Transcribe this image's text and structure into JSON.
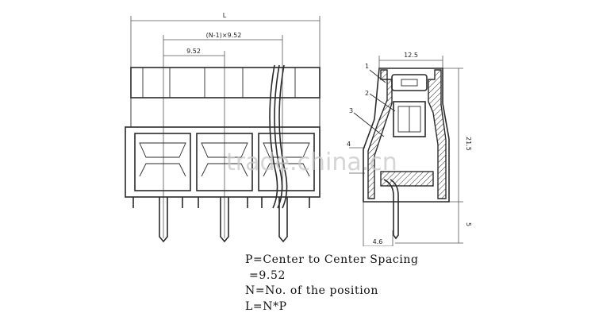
{
  "dimensions": {
    "total_length": "L",
    "span_n_minus_1": "(N-1)×9.52",
    "pitch": "9.52",
    "width": "12.5",
    "height": "21.5",
    "pin_length": "5",
    "pin_offset": "4.6",
    "inner_height": "4"
  },
  "callouts": [
    "1",
    "2",
    "3"
  ],
  "watermark": "trade.china.cn",
  "notes": [
    "P=Center to Center Spacing",
    " =9.52",
    "N=No. of the position",
    "L=N*P"
  ],
  "colors": {
    "line": "#2a2a2a",
    "watermark": "#c8c8c8"
  }
}
